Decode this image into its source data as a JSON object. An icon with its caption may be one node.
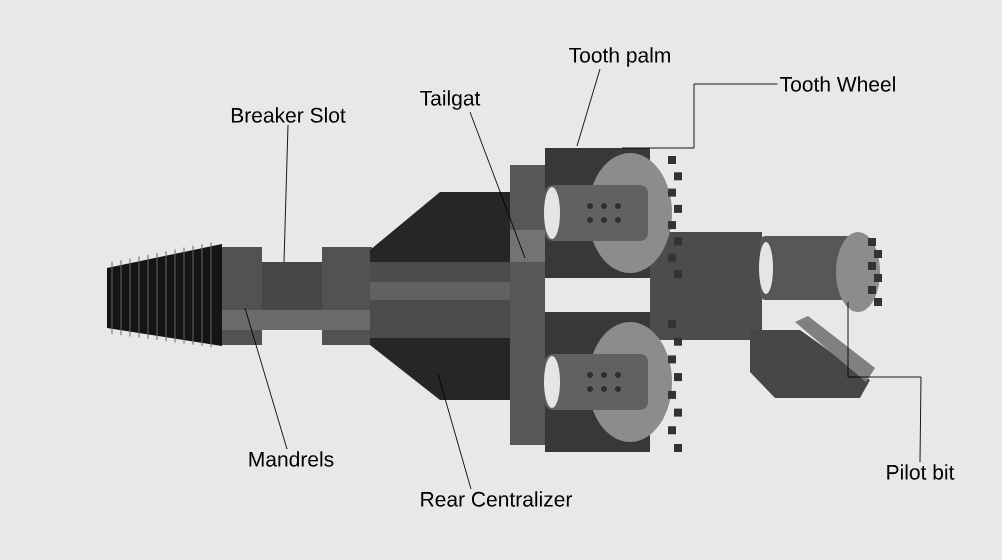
{
  "diagram": {
    "nodes": [
      {
        "text": [
          "Tooth palm"
        ]
      },
      {
        "text": [
          "Tooth Wheel"
        ]
      },
      {
        "text": [
          "Tailgat"
        ]
      },
      {
        "text": [
          "Breaker Slot"
        ]
      },
      {
        "text": [
          "Mandrels"
        ]
      },
      {
        "text": [
          "Pilot bit"
        ]
      },
      {
        "text": [
          "Rear Centralizer"
        ]
      }
    ],
    "edges": [
      {
        "from": 0,
        "to": null,
        "arrow": "none"
      },
      {
        "from": 1,
        "to": null,
        "arrow": "none"
      },
      {
        "from": 2,
        "to": null,
        "arrow": "none"
      },
      {
        "from": 3,
        "to": null,
        "arrow": "none"
      },
      {
        "from": 4,
        "to": null,
        "arrow": "none"
      },
      {
        "from": 5,
        "to": null,
        "arrow": "none"
      },
      {
        "from": 6,
        "to": null,
        "arrow": "none"
      }
    ]
  }
}
